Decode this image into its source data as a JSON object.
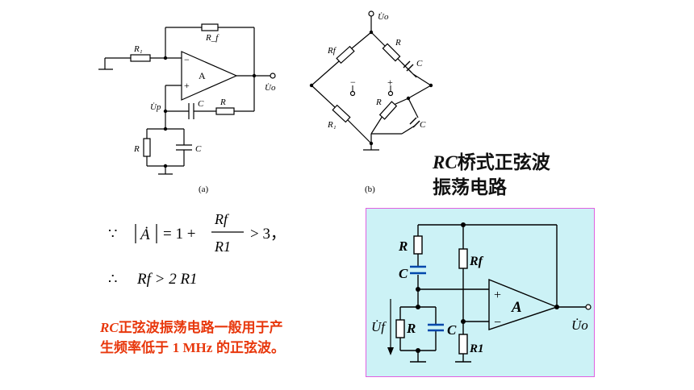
{
  "circuit_a": {
    "r1": "R₁",
    "rf": "R_f",
    "amp": "A",
    "minus": "−",
    "plus": "+",
    "uo": "U̇o",
    "up": "U̇p",
    "c_series": "C",
    "r_series": "R",
    "r_shunt": "R",
    "c_shunt": "C",
    "caption": "(a)"
  },
  "circuit_b": {
    "uo": "U̇o",
    "rf": "Rf",
    "r_top": "R",
    "c_top": "C",
    "minus": "−",
    "plus": "+",
    "r1": "R₁",
    "r_bottom": "R",
    "c_bottom": "C",
    "caption": "(b)"
  },
  "title": {
    "line1_italic": "RC",
    "line1_rest": "桥式正弦波",
    "line2": "振荡电路"
  },
  "formulas": {
    "because": "∵",
    "gain_lhs": "Ȧ",
    "eq": "= 1 +",
    "num": "Rf",
    "den": "R1",
    "gt3": "> 3，",
    "therefore": "∴",
    "cond": "Rf  >  2 R1"
  },
  "note": {
    "line1_italic": "RC",
    "line1_rest": "正弦波振荡电路一般用于产",
    "line2_pre": "生频率低于 ",
    "line2_freq": "1 MHz",
    "line2_post": " 的正弦波。"
  },
  "panel_circuit": {
    "r": "R",
    "c": "C",
    "rf": "Rf",
    "plus": "+",
    "minus": "−",
    "amp": "A",
    "uf": "U̇f",
    "r_shunt": "R",
    "c_shunt": "C",
    "r1": "R1",
    "uo": "U̇o"
  },
  "colors": {
    "wire": "#000000",
    "capacitor_blue": "#0047ab",
    "panel_bg": "#ccf2f6",
    "panel_border": "#e060e0",
    "note_red": "#e8380d"
  }
}
